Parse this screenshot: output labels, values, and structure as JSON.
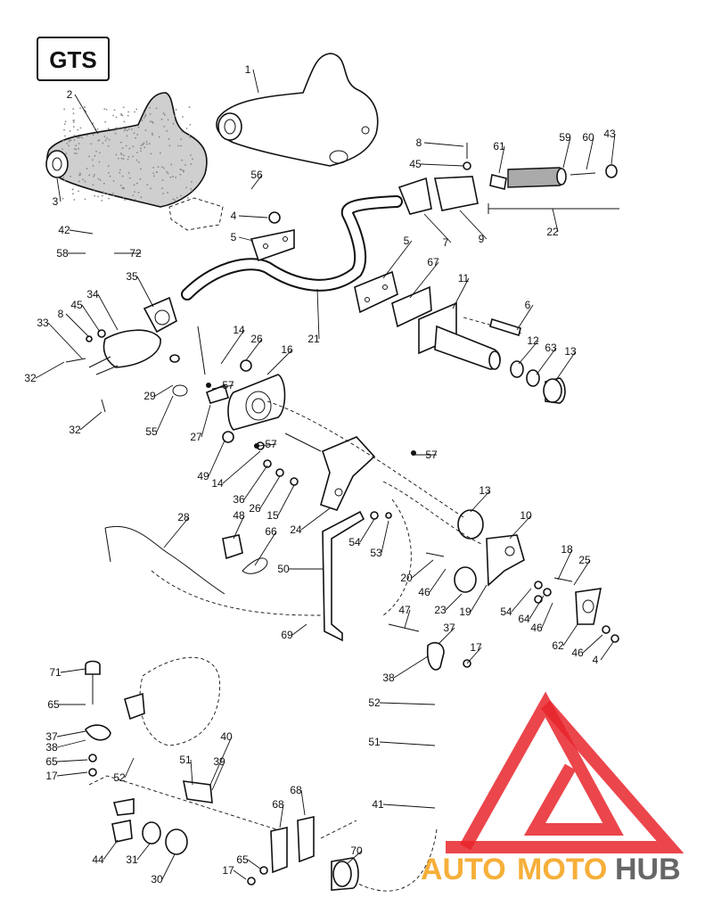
{
  "badge": {
    "text": "GTS"
  },
  "watermark": {
    "word_1": "AUTO",
    "word_2": "MOTO",
    "word_3": "HUB",
    "color_red": "#e8262b",
    "color_orange": "#f5a623",
    "color_gray": "#555555"
  },
  "callouts": [
    "1",
    "2",
    "3",
    "56",
    "42",
    "58",
    "72",
    "8",
    "45",
    "61",
    "59",
    "60",
    "43",
    "22",
    "7",
    "9",
    "4",
    "5",
    "5",
    "67",
    "11",
    "6",
    "12",
    "63",
    "13",
    "35",
    "34",
    "33",
    "8",
    "45",
    "32",
    "21",
    "14",
    "26",
    "16",
    "57",
    "29",
    "55",
    "27",
    "57",
    "49",
    "14",
    "36",
    "26",
    "15",
    "24",
    "57",
    "32",
    "28",
    "48",
    "66",
    "13",
    "10",
    "54",
    "53",
    "50",
    "18",
    "25",
    "20",
    "46",
    "23",
    "19",
    "54",
    "64",
    "46",
    "62",
    "46",
    "4",
    "47",
    "37",
    "17",
    "69",
    "38",
    "71",
    "65",
    "37",
    "38",
    "65",
    "17",
    "52",
    "40",
    "51",
    "39",
    "52",
    "51",
    "41",
    "68",
    "68",
    "44",
    "31",
    "30",
    "17",
    "65",
    "70"
  ]
}
